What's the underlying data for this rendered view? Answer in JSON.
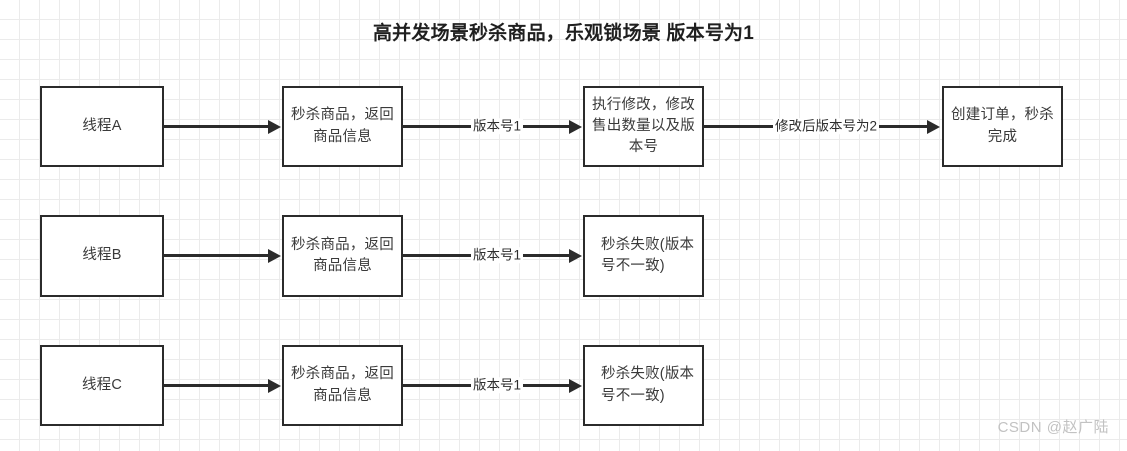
{
  "diagram": {
    "title": "高并发场景秒杀商品，乐观锁场景 版本号为1",
    "watermark": "CSDN @赵广陆",
    "colors": {
      "node_border": "#2b2b2b",
      "node_fill": "#ffffff",
      "text": "#3a3a3a",
      "grid_line": "#ebebeb",
      "watermark": "#c2c2c2"
    },
    "rows": [
      {
        "thread": "线程A",
        "step2": "秒杀商品，返回商品信息",
        "label1": "版本号1",
        "step3": "执行修改，修改售出数量以及版本号",
        "label2": "修改后版本号为2",
        "step4": "创建订单，秒杀完成"
      },
      {
        "thread": "线程B",
        "step2": "秒杀商品，返回商品信息",
        "label1": "版本号1",
        "step3": "秒杀失败(版本号不一致)"
      },
      {
        "thread": "线程C",
        "step2": "秒杀商品，返回商品信息",
        "label1": "版本号1",
        "step3": "秒杀失败(版本号不一致)"
      }
    ]
  }
}
